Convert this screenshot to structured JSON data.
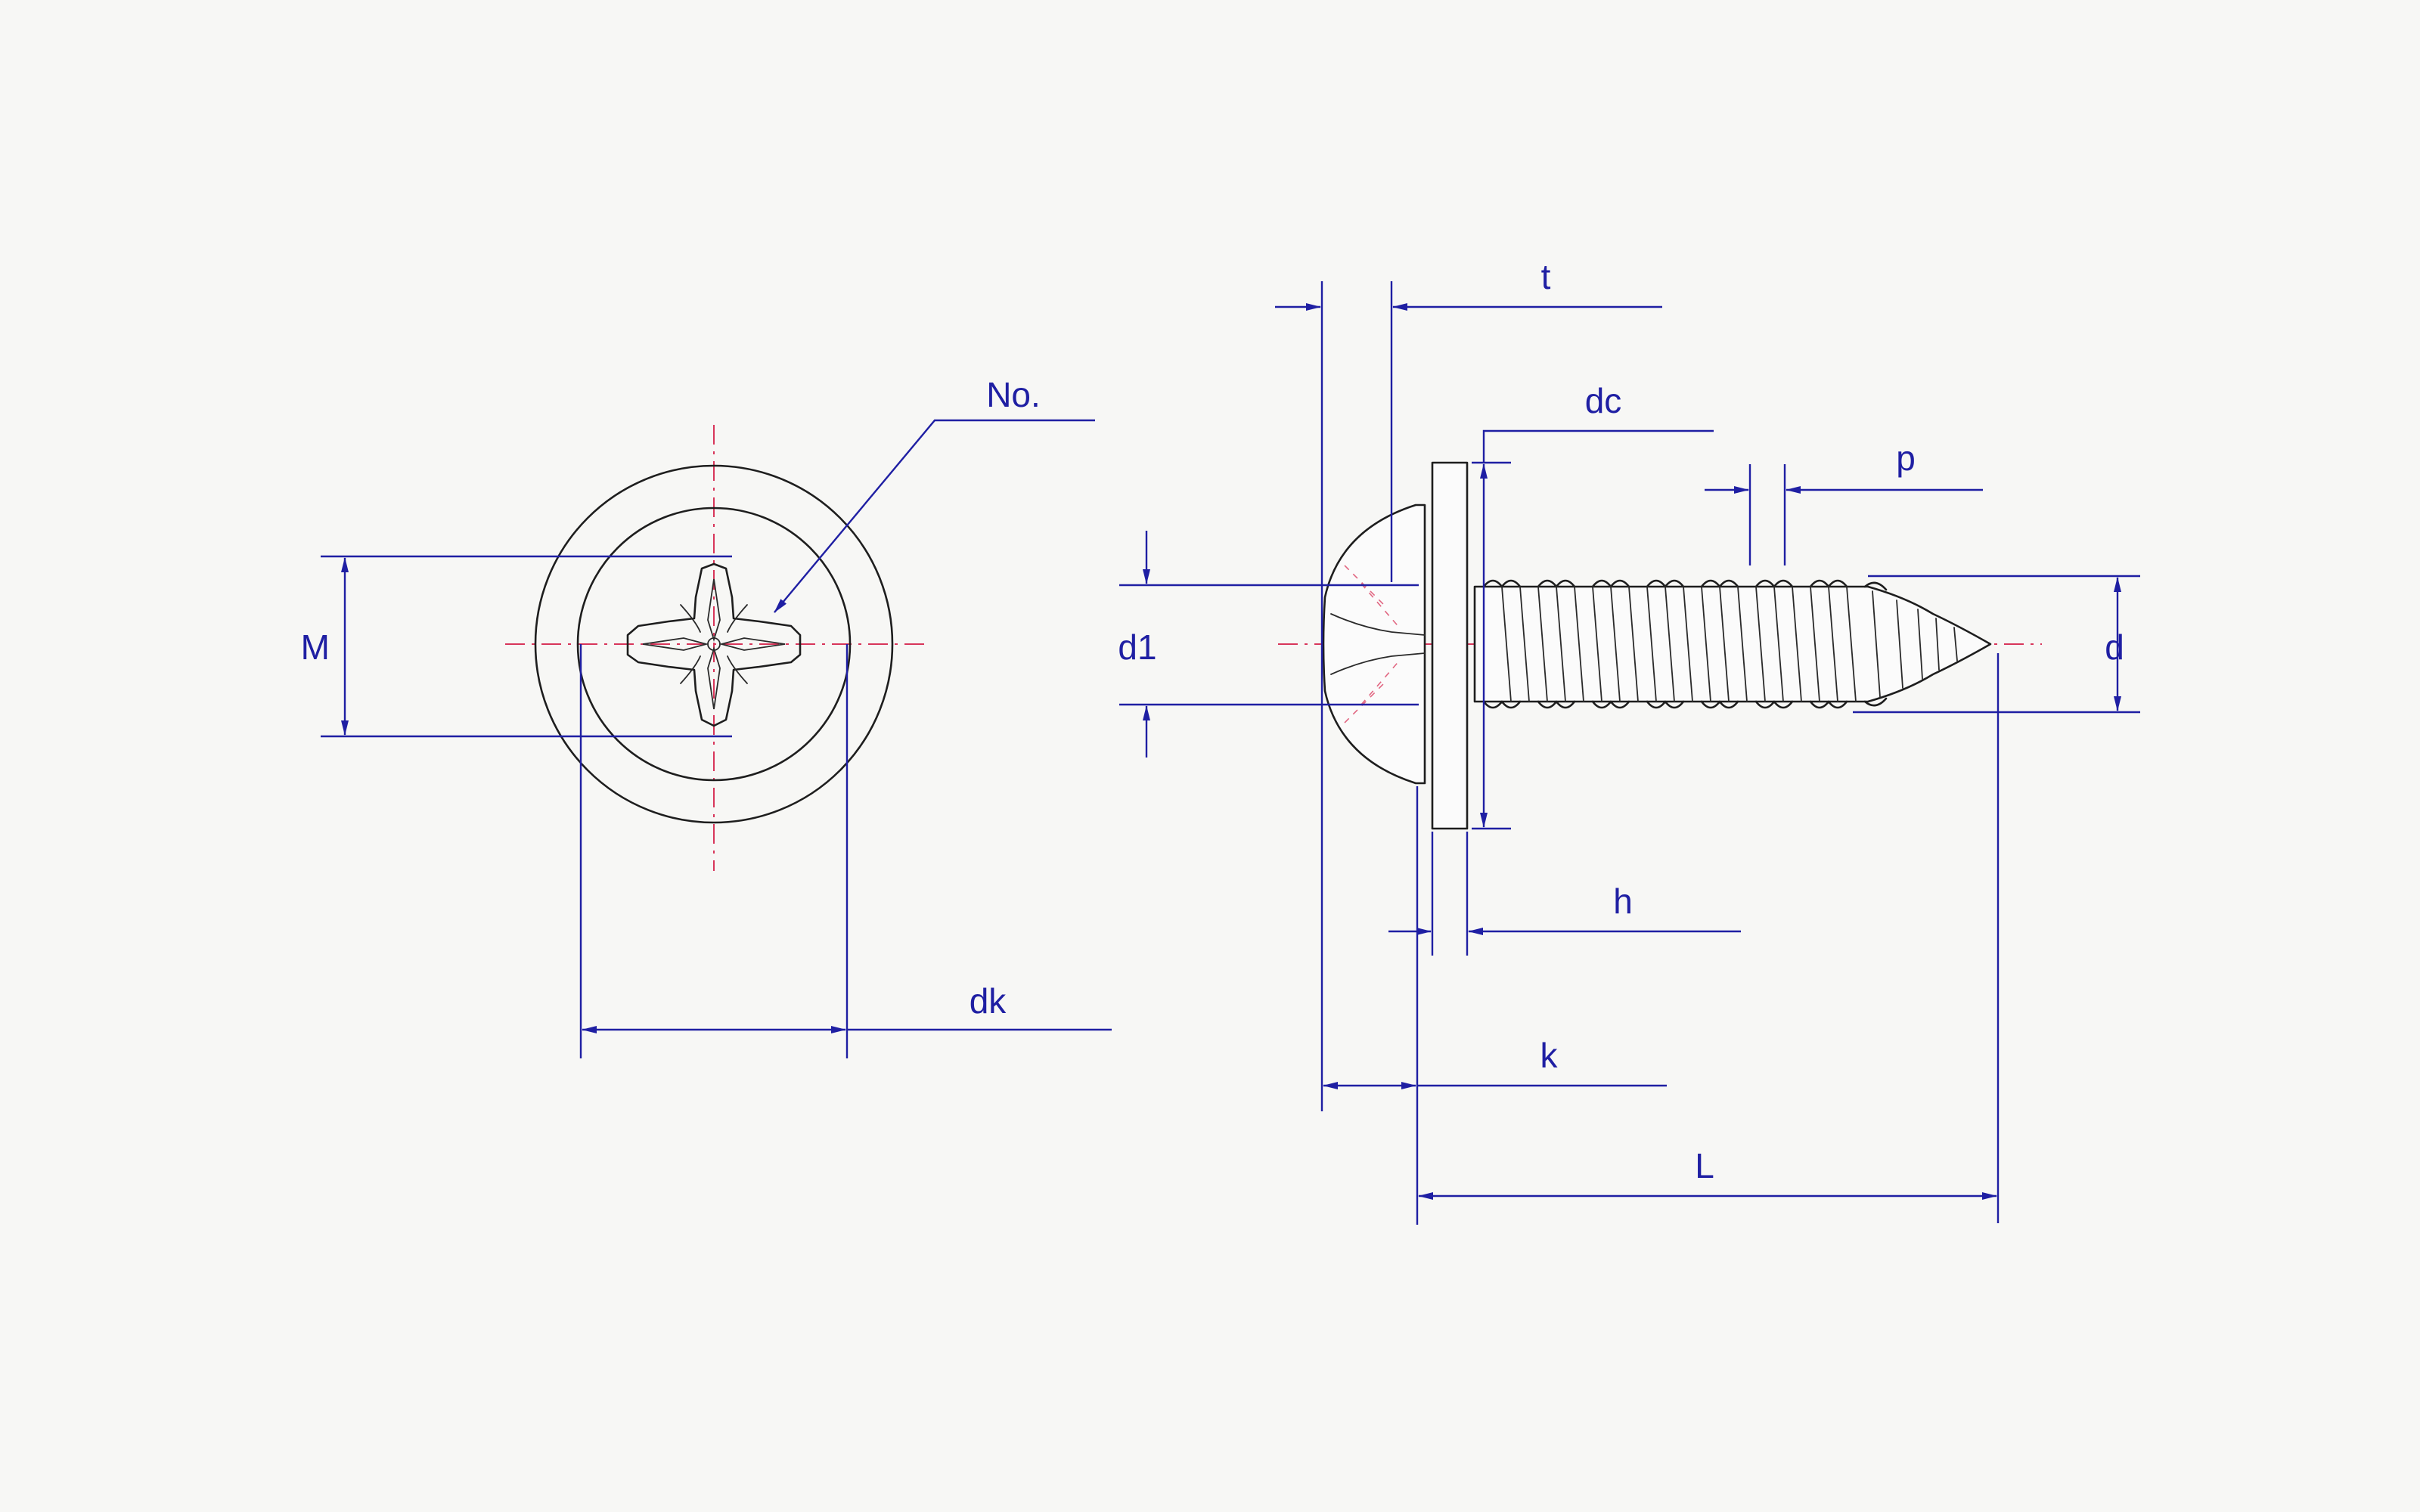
{
  "labels": {
    "M": "M",
    "no": "No.",
    "dk": "dk",
    "t": "t",
    "dc": "dc",
    "p": "p",
    "d1": "d1",
    "d": "d",
    "h": "h",
    "k": "k",
    "L": "L"
  },
  "colors": {
    "dimension": "#1f1fa3",
    "centerline": "#d8365a",
    "outline": "#1e1e1e",
    "background": "#f7f7f5"
  }
}
